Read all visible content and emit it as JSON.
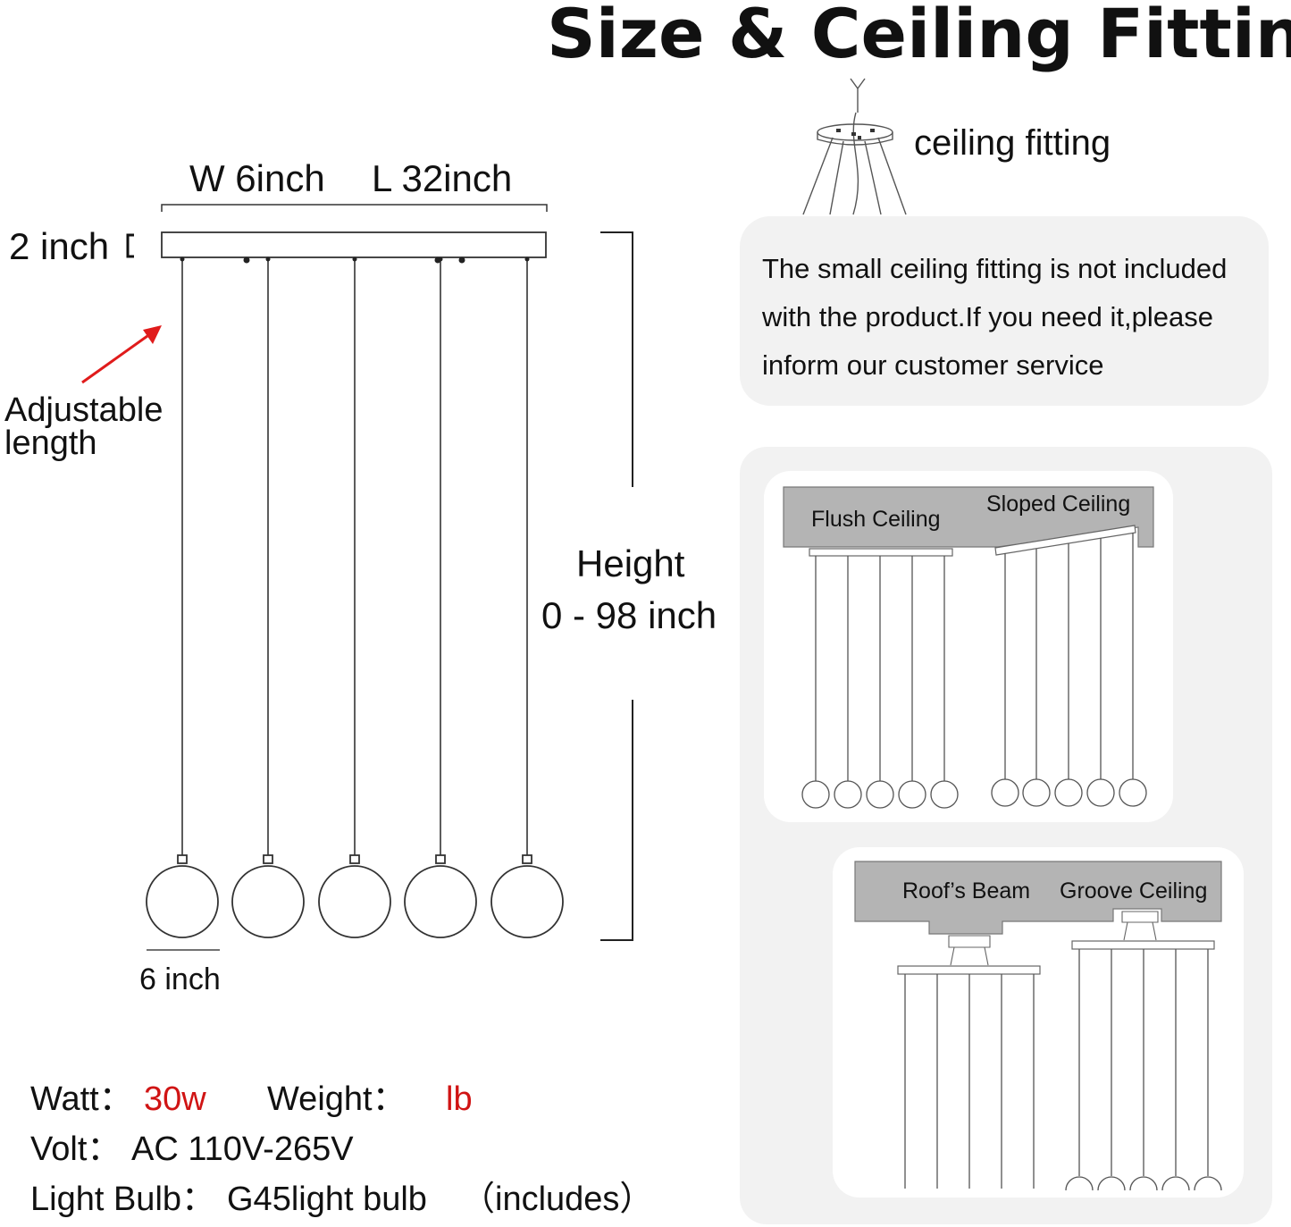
{
  "title": "Size & Ceiling Fitting",
  "dimensions": {
    "width": "W 6inch",
    "length": "L 32inch",
    "thickness": "2 inch",
    "globe": "6 inch",
    "height_label": "Height",
    "height_range": "0 - 98 inch"
  },
  "annotation": {
    "adjustable_line1": "Adjustable",
    "adjustable_line2": "length",
    "arrow_color": "#e01b1b"
  },
  "fitting": {
    "label": "ceiling fitting",
    "note": "The small ceiling fitting is not included with the product.If you need it,please inform our customer service"
  },
  "ceiling_types": {
    "flush": "Flush Ceiling",
    "sloped": "Sloped Ceiling",
    "beam": "Roof’s Beam",
    "groove": "Groove Ceiling"
  },
  "specs": {
    "watt_label": "Watt：",
    "watt_value": "30w",
    "weight_label": "Weight：",
    "weight_value": "lb",
    "volt_label": "Volt：",
    "volt_value": "AC 110V-265V",
    "bulb_label": "Light Bulb：",
    "bulb_value": "G45light bulb",
    "bulb_note": "（includes）",
    "value_color": "#d01414"
  }
}
